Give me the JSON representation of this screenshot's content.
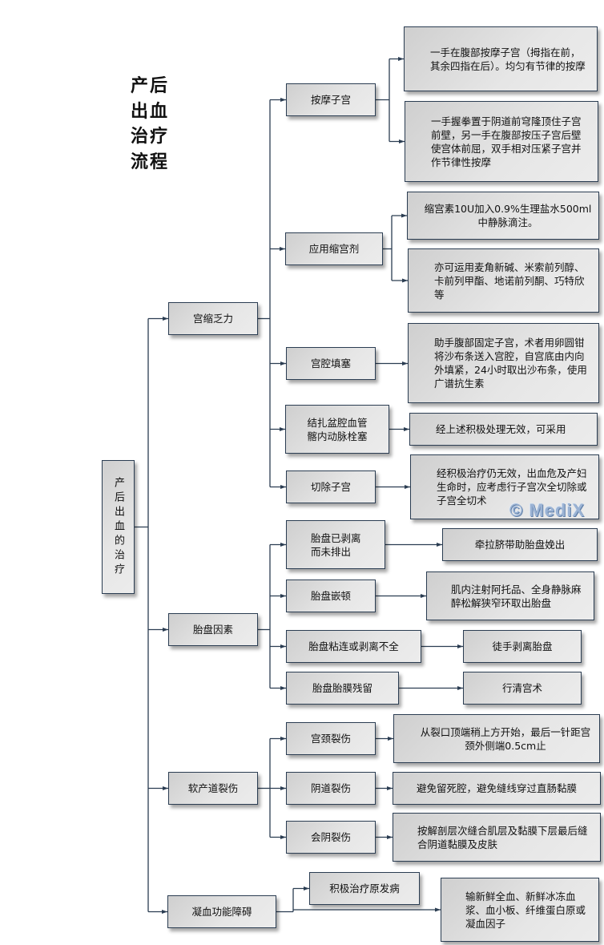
{
  "title": "产后\n出血\n治疗\n流程",
  "watermark": "© MediX",
  "colors": {
    "line": "#2b3d52",
    "box_border": "#2b3d52",
    "box_fill": "#e0e0e0",
    "watermark": "#9bb3d4"
  },
  "root": {
    "label": "产后出血的治疗"
  },
  "categories": [
    {
      "label": "宫缩乏力",
      "methods": [
        {
          "label": "按摩子宫",
          "details": [
            "一手在腹部按摩子宫（拇指在前，其余四指在后）。均匀有节律的按摩",
            "一手握拳置于阴道前穹隆顶住子宫前壁，另一手在腹部按压子宫后壁使宫体前屈，双手相对压紧子宫并作节律性按摩"
          ]
        },
        {
          "label": "应用缩宫剂",
          "details": [
            "缩宫素10U加入0.9%生理盐水500ml中静脉滴注。",
            "亦可运用麦角新碱、米索前列醇、卡前列甲酯、地诺前列酮、巧特欣等"
          ]
        },
        {
          "label": "宫腔填塞",
          "details": [
            "助手腹部固定子宫，术者用卵圆钳将沙布条送入宫腔，自宫底由内向外填紧，24小时取出沙布条，使用广谱抗生素"
          ]
        },
        {
          "label": "结扎盆腔血管\n髂内动脉栓塞",
          "details": [
            "经上述积极处理无效，可采用"
          ]
        },
        {
          "label": "切除子宫",
          "details": [
            "经积极治疗仍无效，出血危及产妇生命时，应考虑行子宫次全切除或子宫全切术"
          ]
        }
      ]
    },
    {
      "label": "胎盘因素",
      "methods": [
        {
          "label": "胎盘已剥离\n而未排出",
          "details": [
            "牵拉脐带助胎盘娩出"
          ]
        },
        {
          "label": "胎盘嵌顿",
          "details": [
            "肌内注射阿托品、全身静脉麻醉松解狭窄环取出胎盘"
          ]
        },
        {
          "label": "胎盘粘连或剥离不全",
          "details": [
            "徒手剥离胎盘"
          ]
        },
        {
          "label": "胎盘胎膜残留",
          "details": [
            "行清宫术"
          ]
        }
      ]
    },
    {
      "label": "软产道裂伤",
      "methods": [
        {
          "label": "宫颈裂伤",
          "details": [
            "从裂口顶端稍上方开始，最后一针距宫颈外侧端0.5cm止"
          ]
        },
        {
          "label": "阴道裂伤",
          "details": [
            "避免留死腔，避免缝线穿过直肠黏膜"
          ]
        },
        {
          "label": "会阴裂伤",
          "details": [
            "按解剖层次缝合肌层及黏膜下层最后缝合阴道黏膜及皮肤"
          ]
        }
      ]
    },
    {
      "label": "凝血功能障碍",
      "methods": [
        {
          "label": "积极治疗原发病",
          "details": []
        }
      ],
      "direct_details": [
        "输新鲜全血、新鲜冰冻血浆、血小板、纤维蛋白原或凝血因子"
      ]
    }
  ]
}
